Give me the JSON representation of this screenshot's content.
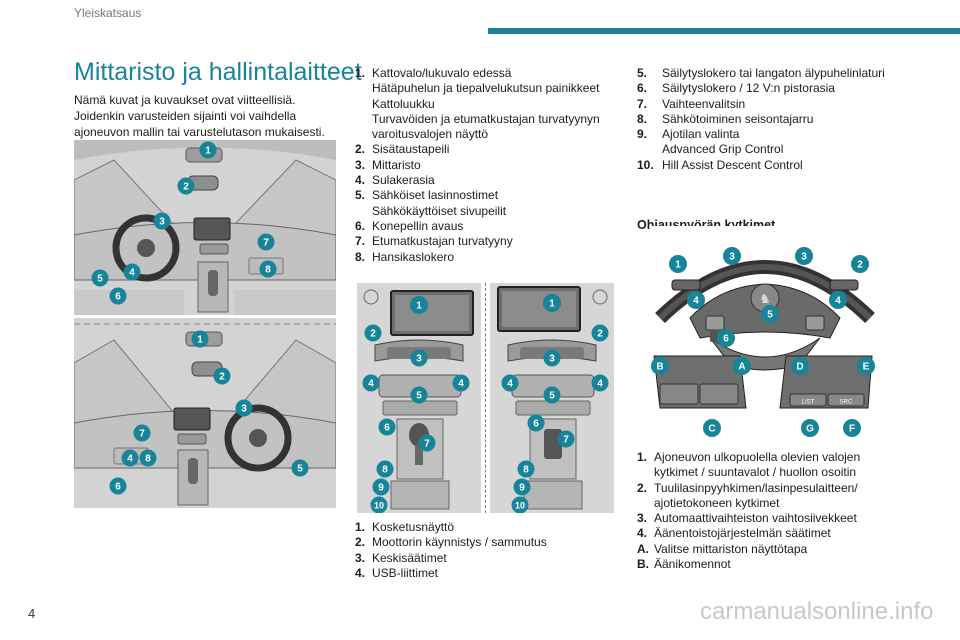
{
  "header": {
    "section": "Yleiskatsaus"
  },
  "page": {
    "number": "4",
    "watermark": "carmanualsonline.info"
  },
  "title": "Mittaristo ja hallintalaitteet",
  "intro": "Nämä kuvat ja kuvaukset ovat viitteellisiä. Joidenkin varusteiden sijainti voi vaihdella ajoneuvon mallin tai varustelutason mukaisesti.",
  "dash_list": [
    {
      "num": "1.",
      "text": "Kattovalo/lukuvalo edessä",
      "sub": [
        "Hätäpuhelun ja tiepalvelukutsun painikkeet",
        "Kattoluukku",
        "Turvavöiden ja etumatkustajan turvatyynyn varoitusvalojen näyttö"
      ]
    },
    {
      "num": "2.",
      "text": "Sisätaustapeili",
      "sub": []
    },
    {
      "num": "3.",
      "text": "Mittaristo",
      "sub": []
    },
    {
      "num": "4.",
      "text": "Sulakerasia",
      "sub": []
    },
    {
      "num": "5.",
      "text": "Sähköiset lasinnostimet",
      "sub": [
        "Sähkökäyttöiset sivupeilit"
      ]
    },
    {
      "num": "6.",
      "text": "Konepellin avaus",
      "sub": []
    },
    {
      "num": "7.",
      "text": "Etumatkustajan turvatyyny",
      "sub": []
    },
    {
      "num": "8.",
      "text": "Hansikaslokero",
      "sub": []
    }
  ],
  "console_list": [
    {
      "num": "1.",
      "text": "Kosketusnäyttö"
    },
    {
      "num": "2.",
      "text": "Moottorin käynnistys / sammutus"
    },
    {
      "num": "3.",
      "text": "Keskisäätimet"
    },
    {
      "num": "4.",
      "text": "USB-liittimet"
    }
  ],
  "console_list_cont": [
    {
      "num": "5.",
      "text": "Säilytyslokero tai langaton älypuhelinlaturi",
      "sub": []
    },
    {
      "num": "6.",
      "text": "Säilytyslokero / 12 V:n pistorasia",
      "sub": []
    },
    {
      "num": "7.",
      "text": "Vaihteenvalitsin",
      "sub": []
    },
    {
      "num": "8.",
      "text": "Sähkötoiminen seisontajarru",
      "sub": []
    },
    {
      "num": "9.",
      "text": "Ajotilan valinta",
      "sub": [
        "Advanced Grip Control"
      ]
    },
    {
      "num": "10.",
      "text": "Hill Assist Descent Control",
      "sub": []
    }
  ],
  "steering_heading": "Ohjauspyörän kytkimet",
  "steering_list": [
    {
      "num": "1.",
      "text": "Ajoneuvon ulkopuolella olevien valojen kytkimet / suuntavalot / huollon osoitin"
    },
    {
      "num": "2.",
      "text": "Tuulilasinpyyhkimen/lasinpesulaitteen/ ajotietokoneen kytkimet"
    },
    {
      "num": "3.",
      "text": "Automaattivaihteiston vaihtosiivekkeet"
    },
    {
      "num": "4.",
      "text": "Äänentoistojärjestelmän säätimet"
    },
    {
      "num": "A.",
      "text": "Valitse mittariston näyttötapa"
    },
    {
      "num": "B.",
      "text": "Äänikomennot"
    }
  ],
  "figure_labels": {
    "dash_lhd": [
      "1",
      "2",
      "3",
      "7",
      "8",
      "5",
      "4",
      "6"
    ],
    "dash_rhd": [
      "1",
      "2",
      "3",
      "7",
      "4",
      "8",
      "6",
      "5"
    ],
    "console_left": [
      "1",
      "2",
      "3",
      "4",
      "4",
      "5",
      "6",
      "7",
      "8",
      "9",
      "10"
    ],
    "console_right": [
      "1",
      "2",
      "3",
      "4",
      "4",
      "5",
      "6",
      "7",
      "8",
      "9",
      "10"
    ],
    "wheel_numbers": [
      "1",
      "2",
      "3",
      "3",
      "4",
      "4",
      "5",
      "6"
    ],
    "wheel_letters": [
      "A",
      "B",
      "C",
      "D",
      "E",
      "F",
      "G"
    ],
    "wheel_button_text": [
      "LIST",
      "SRC"
    ]
  },
  "colors": {
    "accent": "#17849a",
    "badge": "#17849a",
    "illustration_bg": "#d5d5d5"
  }
}
